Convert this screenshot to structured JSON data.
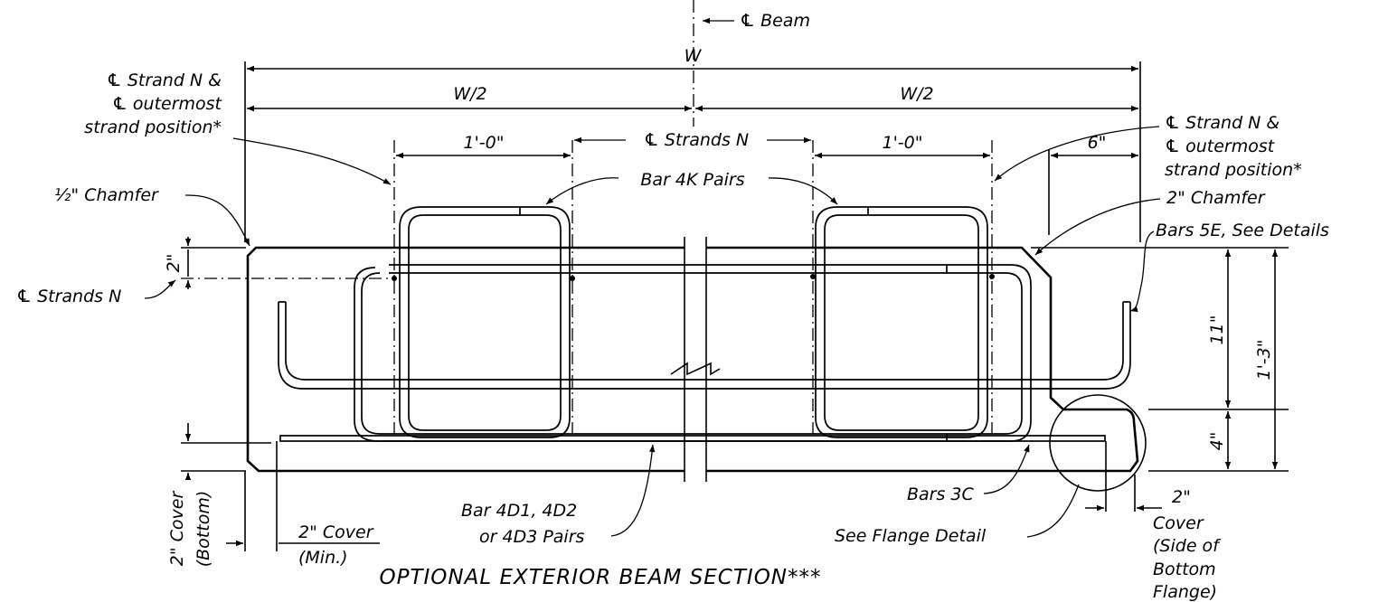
{
  "title": "OPTIONAL EXTERIOR BEAM SECTION***",
  "labels": {
    "cl_beam": "℄ Beam",
    "w": "W",
    "w_half_left": "W/2",
    "w_half_right": "W/2",
    "cl_strand_left_1": "℄ Strand N &",
    "cl_strand_left_2": "℄ outermost",
    "cl_strand_left_3": "strand position*",
    "cl_strand_right_1": "℄ Strand N &",
    "cl_strand_right_2": "℄ outermost",
    "cl_strand_right_3": "strand position*",
    "one_foot_left": "1'-0\"",
    "one_foot_right": "1'-0\"",
    "cl_strands_n_top": "℄ Strands N",
    "six_in": "6\"",
    "bar_4k": "Bar 4K Pairs",
    "half_chamfer": "½\" Chamfer",
    "two_chamfer": "2\" Chamfer",
    "bars_5e": "Bars 5E, See Details",
    "two_in_top": "2\"",
    "cl_strands_n_left": "℄ Strands N",
    "eleven_in": "11\"",
    "one_three": "1'-3\"",
    "four_in": "4\"",
    "bars_3c": "Bars 3C",
    "flange_detail": "See Flange Detail",
    "bar_4d_1": "Bar 4D1, 4D2",
    "bar_4d_2": "or 4D3 Pairs",
    "cover_bottom_1": "2\" Cover",
    "cover_bottom_2": "(Bottom)",
    "cover_min_1": "2\" Cover",
    "cover_min_2": "(Min.)",
    "cover_side_0": "2\"",
    "cover_side_1": "Cover",
    "cover_side_2": "(Side of",
    "cover_side_3": "Bottom",
    "cover_side_4": "Flange)"
  }
}
